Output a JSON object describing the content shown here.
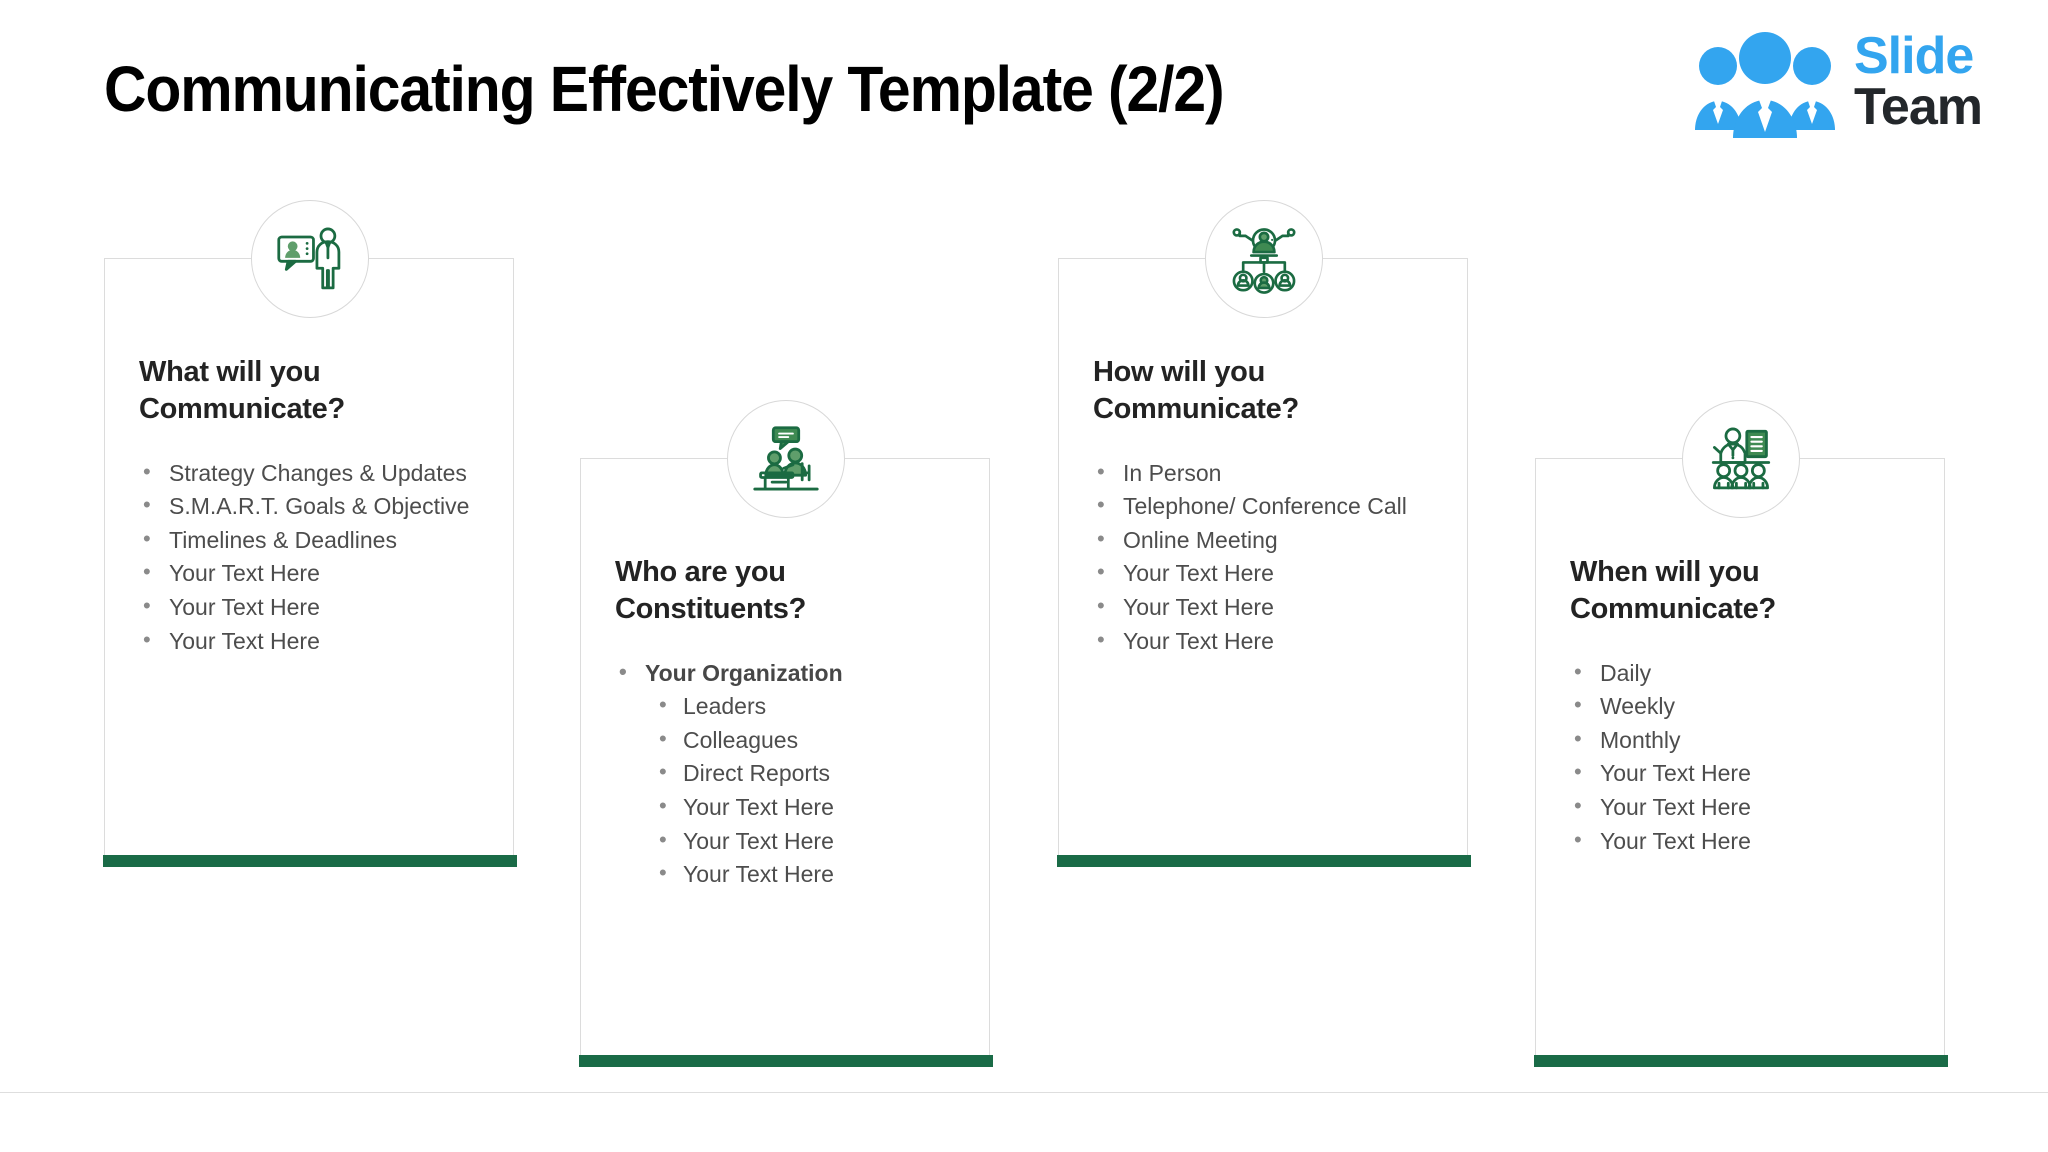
{
  "header": {
    "title": "Communicating Effectively Template (2/2)",
    "logo": {
      "brand_primary": "Slide",
      "brand_secondary": "Team",
      "icon_name": "slideteam-people-logo",
      "color_primary": "#33a5ef",
      "color_secondary": "#23272b"
    }
  },
  "theme": {
    "accent_green": "#1a6b47",
    "card_border": "#dcdcdc",
    "heading_color": "#232323",
    "body_text_color": "#4d4d4d",
    "bullet_color": "#8a8a8a",
    "background": "#ffffff"
  },
  "cards": [
    {
      "id": "what-will-you-communicate",
      "icon_name": "presentation-screen-person-icon",
      "heading": "What will you\nCommunicate?",
      "bullets": [
        {
          "text": "Strategy Changes & Updates",
          "bold": false,
          "level": 1
        },
        {
          "text": "S.M.A.R.T. Goals & Objective",
          "bold": false,
          "level": 1
        },
        {
          "text": "Timelines & Deadlines",
          "bold": false,
          "level": 1
        },
        {
          "text": "Your Text Here",
          "bold": false,
          "level": 1
        },
        {
          "text": "Your Text Here",
          "bold": false,
          "level": 1
        },
        {
          "text": "Your Text Here",
          "bold": false,
          "level": 1
        }
      ]
    },
    {
      "id": "who-are-you-constituents",
      "icon_name": "two-people-desk-conversation-icon",
      "heading": "Who are you\nConstituents?",
      "bullets": [
        {
          "text": "Your Organization",
          "bold": true,
          "level": 1
        },
        {
          "text": "Leaders",
          "bold": false,
          "level": 2
        },
        {
          "text": "Colleagues",
          "bold": false,
          "level": 2
        },
        {
          "text": "Direct Reports",
          "bold": false,
          "level": 2
        },
        {
          "text": "Your Text Here",
          "bold": false,
          "level": 2
        },
        {
          "text": "Your Text Here",
          "bold": false,
          "level": 2
        },
        {
          "text": "Your Text Here",
          "bold": false,
          "level": 2
        }
      ]
    },
    {
      "id": "how-will-you-communicate",
      "icon_name": "people-network-hierarchy-icon",
      "heading": "How will you\nCommunicate?",
      "bullets": [
        {
          "text": "In Person",
          "bold": false,
          "level": 1
        },
        {
          "text": "Telephone/ Conference Call",
          "bold": false,
          "level": 1
        },
        {
          "text": "Online Meeting",
          "bold": false,
          "level": 1
        },
        {
          "text": "Your Text Here",
          "bold": false,
          "level": 1
        },
        {
          "text": "Your Text Here",
          "bold": false,
          "level": 1
        },
        {
          "text": "Your Text Here",
          "bold": false,
          "level": 1
        }
      ]
    },
    {
      "id": "when-will-you-communicate",
      "icon_name": "presenter-audience-flipchart-icon",
      "heading": "When will you\nCommunicate?",
      "bullets": [
        {
          "text": "Daily",
          "bold": false,
          "level": 1
        },
        {
          "text": "Weekly",
          "bold": false,
          "level": 1
        },
        {
          "text": "Monthly",
          "bold": false,
          "level": 1
        },
        {
          "text": "Your Text Here",
          "bold": false,
          "level": 1
        },
        {
          "text": "Your Text Here",
          "bold": false,
          "level": 1
        },
        {
          "text": "Your Text Here",
          "bold": false,
          "level": 1
        }
      ]
    }
  ]
}
